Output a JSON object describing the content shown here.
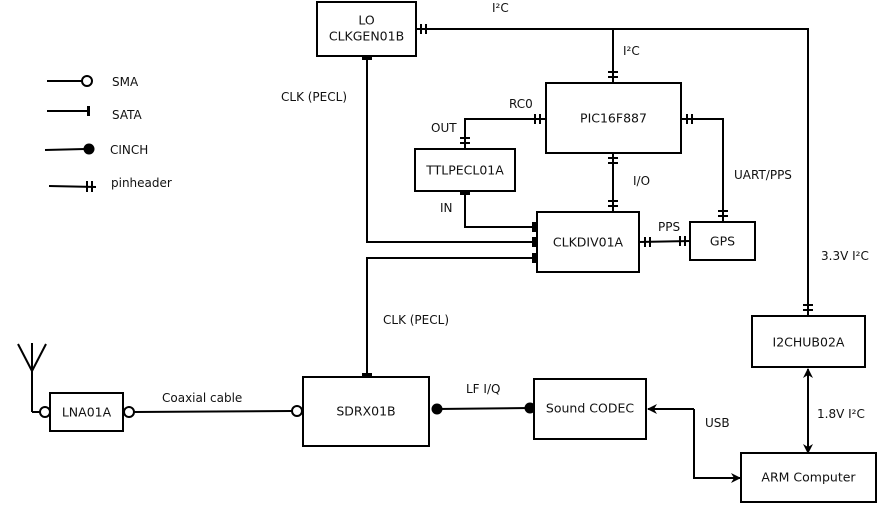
{
  "legend": {
    "items": [
      {
        "connector": "sma",
        "label": "SMA"
      },
      {
        "connector": "sata",
        "label": "SATA"
      },
      {
        "connector": "cinch",
        "label": "CINCH"
      },
      {
        "connector": "pinheader",
        "label": "pinheader"
      }
    ]
  },
  "blocks": {
    "clkgen": {
      "line1": "LO",
      "line2": "CLKGEN01B"
    },
    "pic": {
      "label": "PIC16F887"
    },
    "ttlpecl": {
      "label": "TTLPECL01A"
    },
    "clkdiv": {
      "label": "CLKDIV01A"
    },
    "gps": {
      "label": "GPS"
    },
    "i2chub": {
      "label": "I2CHUB02A"
    },
    "lna": {
      "label": "LNA01A"
    },
    "sdrx": {
      "label": "SDRX01B"
    },
    "codec": {
      "label": "Sound CODEC"
    },
    "arm": {
      "label": "ARM Computer"
    }
  },
  "links": {
    "i2c_top": "I²C",
    "i2c_pic": "I²C",
    "clk_pecl_top": "CLK (PECL)",
    "rc0": "RC0",
    "out": "OUT",
    "in": "IN",
    "io": "I/O",
    "uart_pps": "UART/PPS",
    "pps": "PPS",
    "i2c_33": "3.3V I²C",
    "clk_pecl_bottom": "CLK (PECL)",
    "coax": "Coaxial cable",
    "lf_iq": "LF I/Q",
    "usb": "USB",
    "i2c_18": "1.8V I²C"
  }
}
